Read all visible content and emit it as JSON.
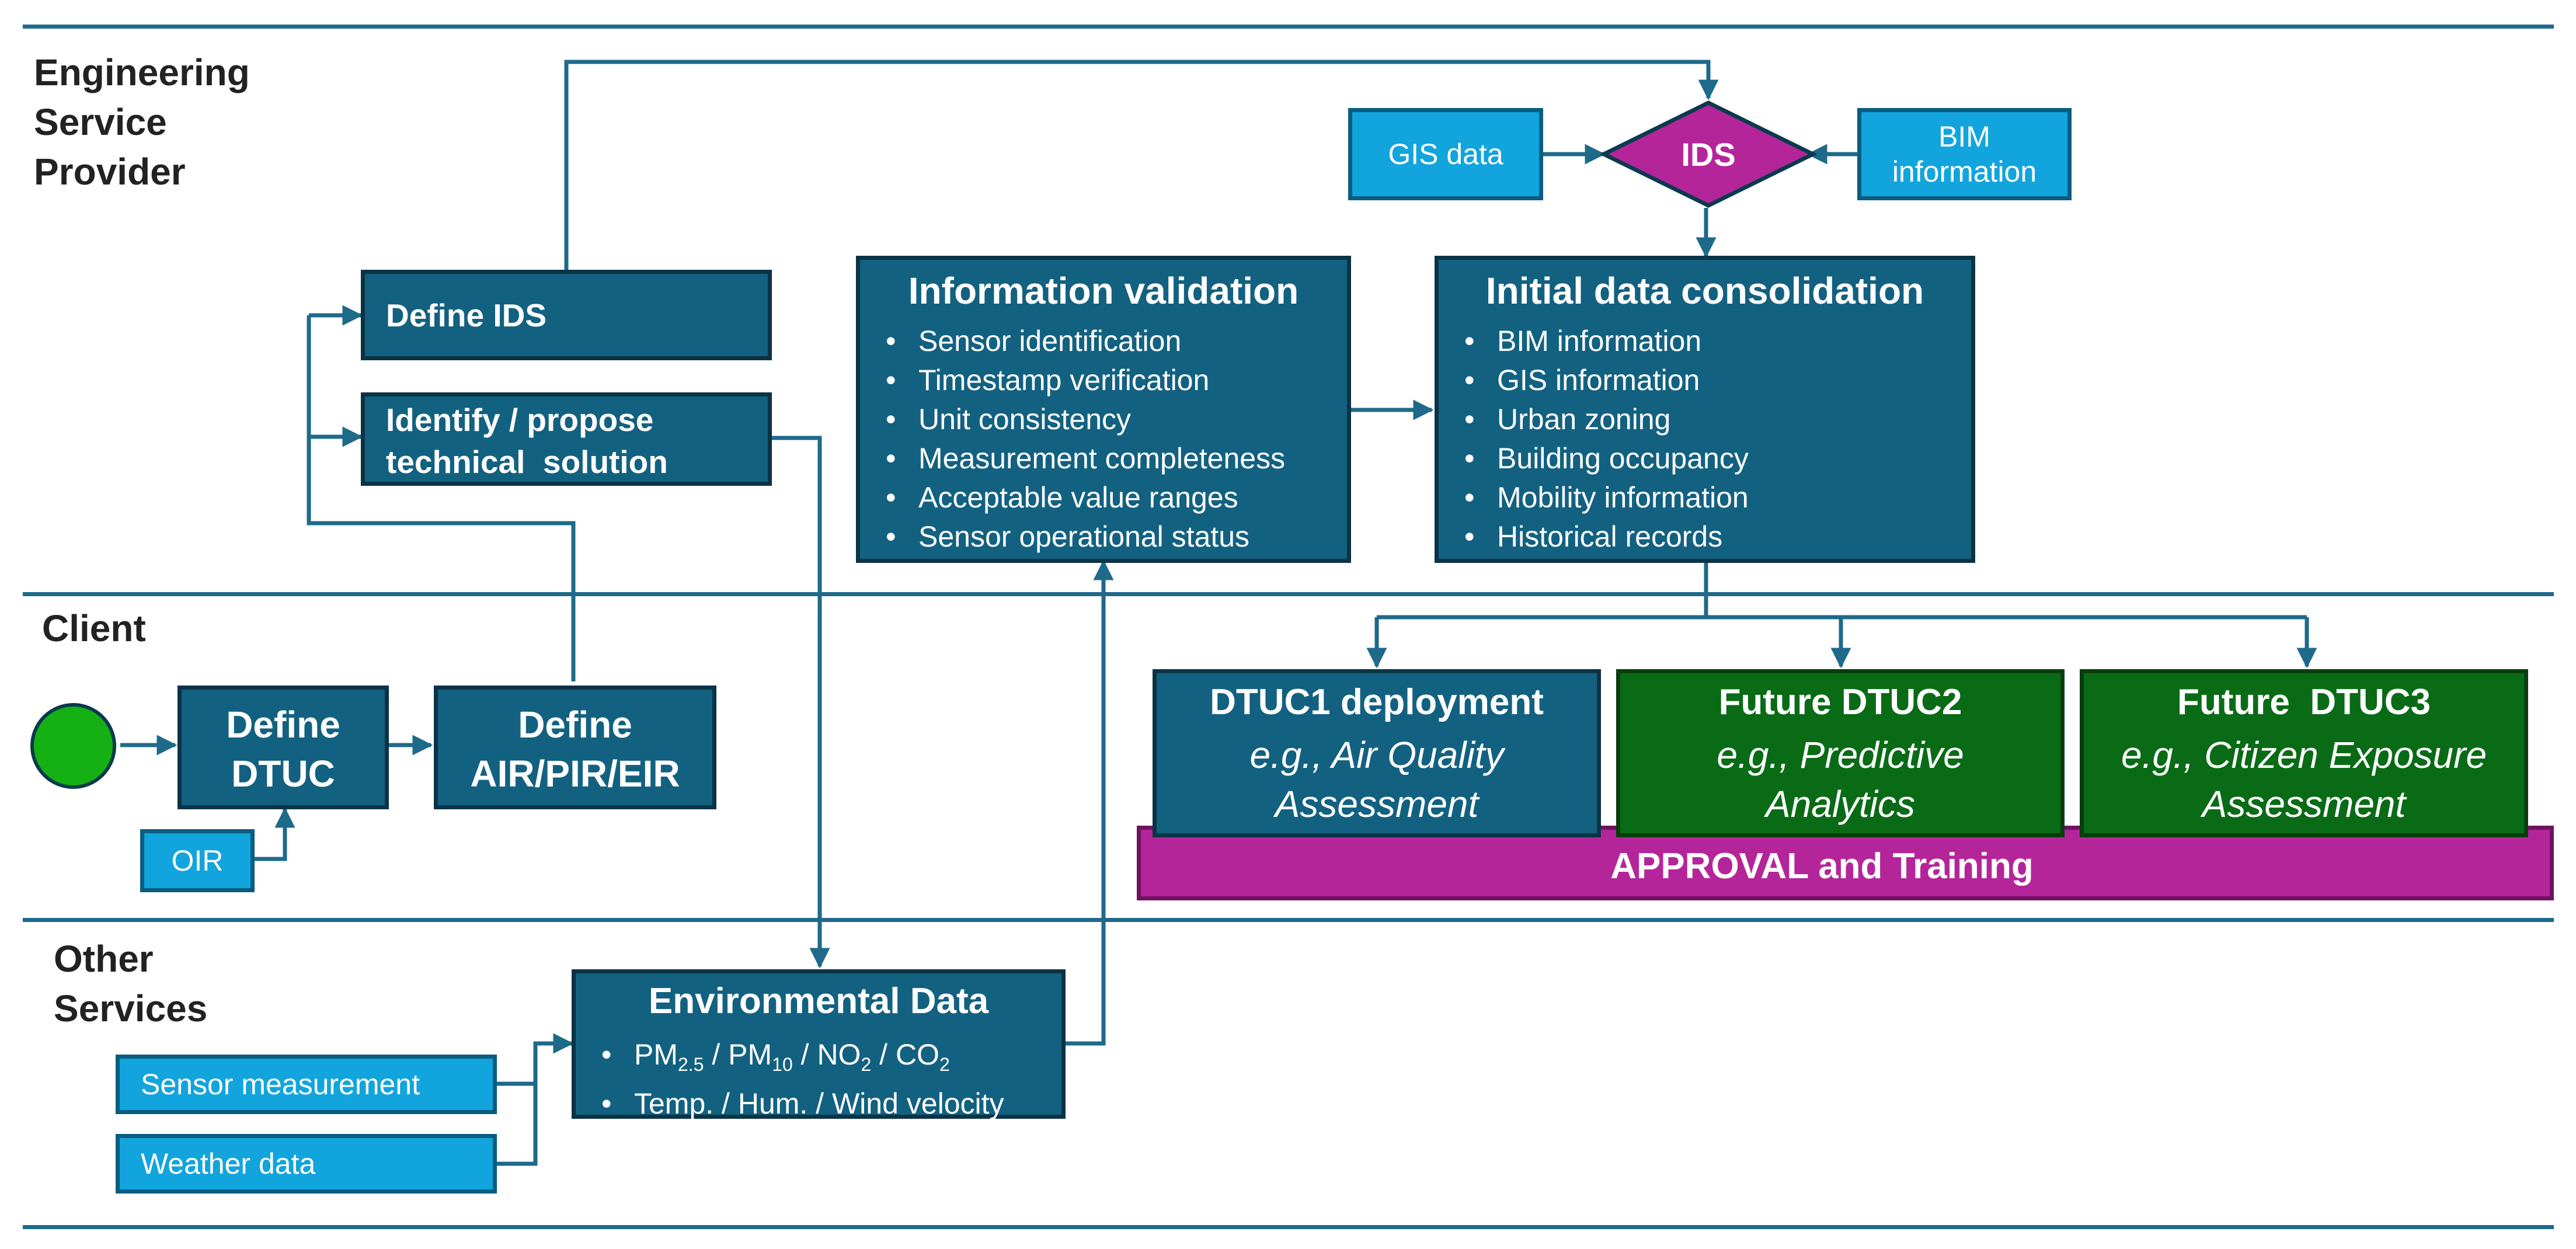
{
  "lanes": {
    "esp": [
      "Engineering",
      "Service",
      "Provider"
    ],
    "client": "Client",
    "other": [
      "Other",
      "Services"
    ]
  },
  "colors": {
    "lane_line": "#1e6a8a",
    "dark_box": "#136181",
    "light_box": "#12a4dc",
    "green_box": "#0a6b16",
    "magenta": "#b5259a",
    "arrow": "#1e6a8a",
    "start_node": "#14b014"
  },
  "client": {
    "define_dtuc": [
      "Define",
      "DTUC"
    ],
    "define_air": [
      "Define",
      "AIR/PIR/EIR"
    ],
    "oir": "OIR"
  },
  "esp": {
    "define_ids": "Define IDS",
    "identify": [
      "Identify / propose",
      "technical  solution"
    ],
    "ids": "IDS",
    "gis_data": "GIS data",
    "bim_information": [
      "BIM",
      "information"
    ],
    "validation": {
      "title": "Information validation",
      "items": [
        "Sensor identification",
        "Timestamp verification",
        "Unit consistency",
        "Measurement completeness",
        "Acceptable value ranges",
        "Sensor operational status"
      ]
    },
    "consolidation": {
      "title": "Initial data consolidation",
      "items": [
        "BIM information",
        "GIS information",
        "Urban zoning",
        "Building occupancy",
        "Mobility information",
        "Historical records"
      ]
    }
  },
  "use_cases": [
    {
      "title": "DTUC1 deployment",
      "prefix": "e.g.,",
      "line1": "Air Quality",
      "line2": "Assessment"
    },
    {
      "title": "Future DTUC2",
      "prefix": "e.g.,",
      "line1": "Predictive",
      "line2": "Analytics"
    },
    {
      "title": "Future  DTUC3",
      "prefix": "e.g.,",
      "line1": "Citizen Exposure",
      "line2": "Assessment"
    }
  ],
  "approval": "APPROVAL and Training",
  "other": {
    "env_title": "Environmental Data",
    "pollutants": {
      "pm": "PM",
      "pm25_sub": "2.5",
      "pm10_sub": "10",
      "no": "NO",
      "no2_sub": "2",
      "co": "CO",
      "co2_sub": "2",
      "sep": " / "
    },
    "meteo": "Temp. / Hum. / Wind velocity",
    "sensor_measurement": "Sensor measurement",
    "weather_data": "Weather data"
  }
}
